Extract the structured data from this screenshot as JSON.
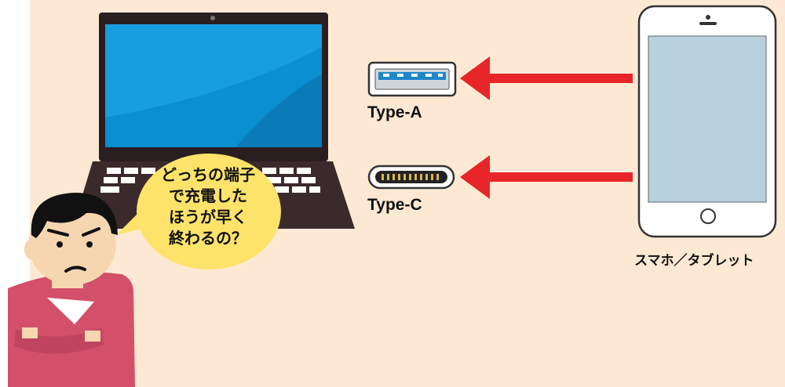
{
  "labels": {
    "type_a": "Type-A",
    "type_c": "Type-C",
    "phone": "スマホ／タブレット"
  },
  "speech": {
    "lines": [
      "どっちの端子",
      "で充電した",
      "ほうが早く",
      "終わるの？"
    ]
  },
  "colors": {
    "background": "#fde9d3",
    "arrow": "#e8262a",
    "screen_blue": "#0a8fd1",
    "bubble": "#fde36a",
    "shirt": "#d4506a",
    "phone_screen": "#b8cfdc"
  },
  "icons": {
    "laptop": "laptop-icon",
    "usb_a": "usb-type-a-port-icon",
    "usb_c": "usb-type-c-port-icon",
    "phone": "smartphone-icon",
    "person": "confused-person-icon"
  }
}
